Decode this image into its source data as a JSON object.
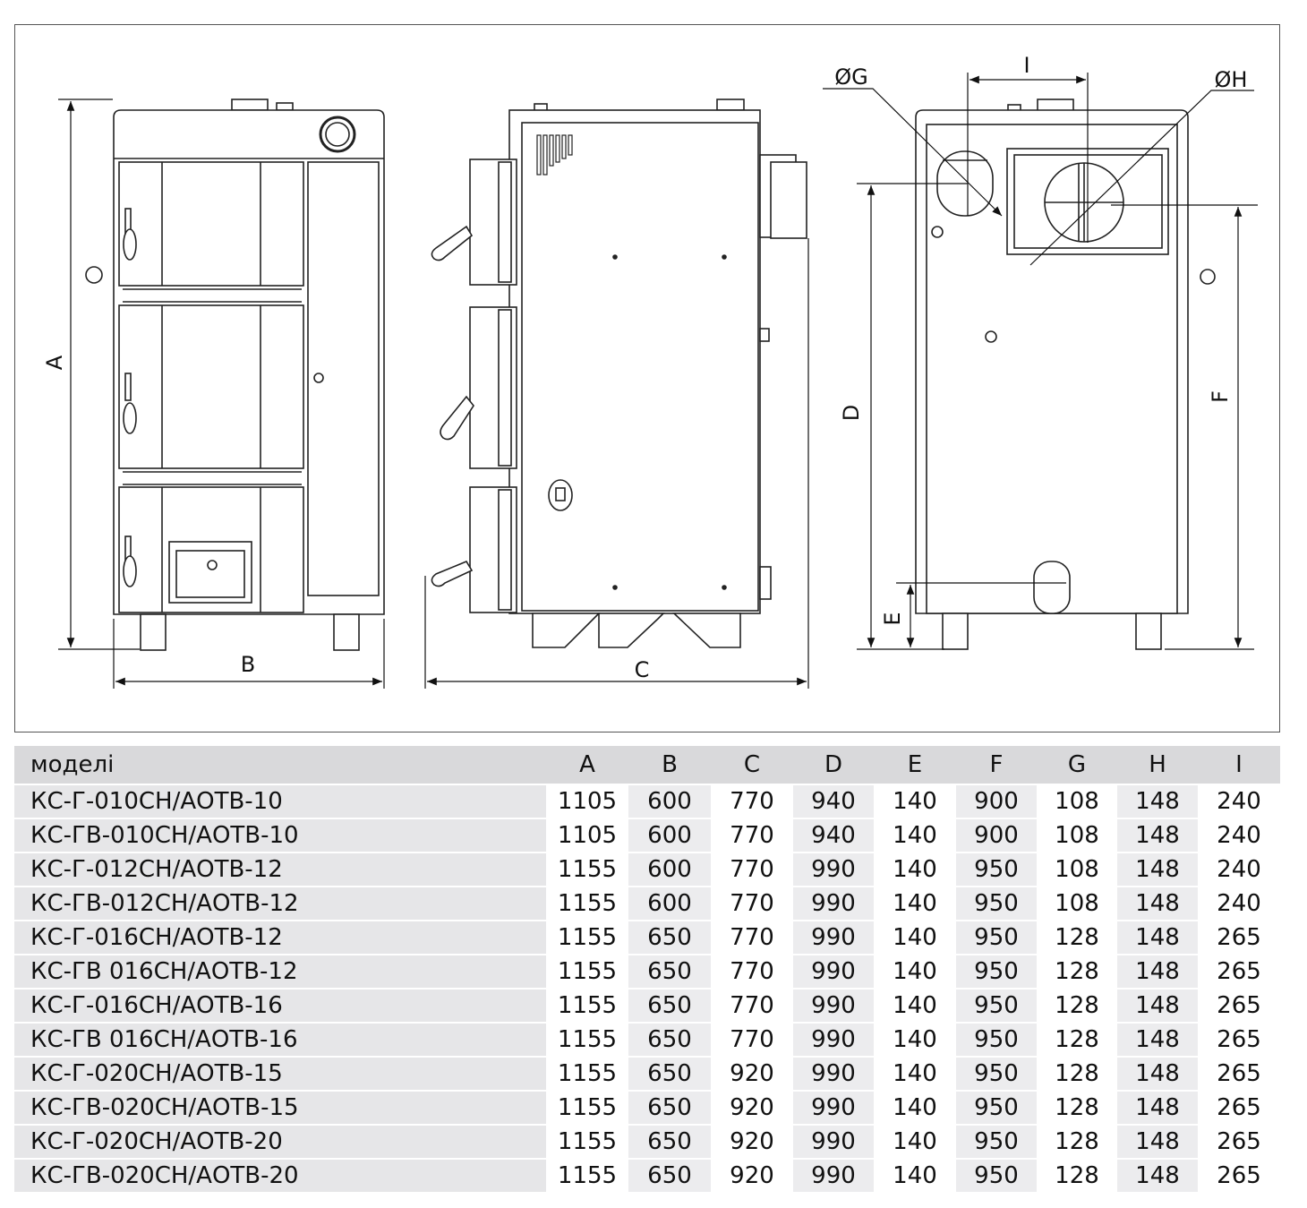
{
  "drawing": {
    "dimension_labels": {
      "A": "A",
      "B": "B",
      "C": "C",
      "D": "D",
      "E": "E",
      "F": "F",
      "G": "ØG",
      "H": "ØH",
      "I": "I"
    }
  },
  "table": {
    "model_header": "моделі",
    "columns": [
      "A",
      "B",
      "C",
      "D",
      "E",
      "F",
      "G",
      "H",
      "I"
    ],
    "rows": [
      {
        "model": "КС-Г-010СН/АОТВ-10",
        "values": [
          "1105",
          "600",
          "770",
          "940",
          "140",
          "900",
          "108",
          "148",
          "240"
        ]
      },
      {
        "model": "КС-ГВ-010СН/АОТВ-10",
        "values": [
          "1105",
          "600",
          "770",
          "940",
          "140",
          "900",
          "108",
          "148",
          "240"
        ]
      },
      {
        "model": "КС-Г-012СН/АОТВ-12",
        "values": [
          "1155",
          "600",
          "770",
          "990",
          "140",
          "950",
          "108",
          "148",
          "240"
        ]
      },
      {
        "model": "КС-ГВ-012СН/АОТВ-12",
        "values": [
          "1155",
          "600",
          "770",
          "990",
          "140",
          "950",
          "108",
          "148",
          "240"
        ]
      },
      {
        "model": "КС-Г-016СН/АОТВ-12",
        "values": [
          "1155",
          "650",
          "770",
          "990",
          "140",
          "950",
          "128",
          "148",
          "265"
        ]
      },
      {
        "model": "КС-ГВ 016СН/АОТВ-12",
        "values": [
          "1155",
          "650",
          "770",
          "990",
          "140",
          "950",
          "128",
          "148",
          "265"
        ]
      },
      {
        "model": "КС-Г-016СН/АОТВ-16",
        "values": [
          "1155",
          "650",
          "770",
          "990",
          "140",
          "950",
          "128",
          "148",
          "265"
        ]
      },
      {
        "model": "КС-ГВ 016СН/АОТВ-16",
        "values": [
          "1155",
          "650",
          "770",
          "990",
          "140",
          "950",
          "128",
          "148",
          "265"
        ]
      },
      {
        "model": "КС-Г-020СН/АОТВ-15",
        "values": [
          "1155",
          "650",
          "920",
          "990",
          "140",
          "950",
          "128",
          "148",
          "265"
        ]
      },
      {
        "model": "КС-ГВ-020СН/АОТВ-15",
        "values": [
          "1155",
          "650",
          "920",
          "990",
          "140",
          "950",
          "128",
          "148",
          "265"
        ]
      },
      {
        "model": "КС-Г-020СН/АОТВ-20",
        "values": [
          "1155",
          "650",
          "920",
          "990",
          "140",
          "950",
          "128",
          "148",
          "265"
        ]
      },
      {
        "model": "КС-ГВ-020СН/АОТВ-20",
        "values": [
          "1155",
          "650",
          "920",
          "990",
          "140",
          "950",
          "128",
          "148",
          "265"
        ]
      }
    ]
  }
}
